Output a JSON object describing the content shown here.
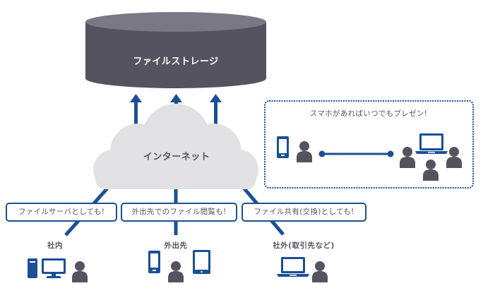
{
  "diagram": {
    "storage": {
      "label": "ファイルストレージ"
    },
    "cloud": {
      "label": "インターネット"
    },
    "callouts": [
      {
        "label": "ファイルサーバとしても!"
      },
      {
        "label": "外出先でのファイル閲覧も!"
      },
      {
        "label": "ファイル共有(交換)としても!"
      }
    ],
    "locations": [
      {
        "label": "社内",
        "icons": [
          "desktop-tower-icon",
          "monitor-icon",
          "person-icon"
        ]
      },
      {
        "label": "外出先",
        "icons": [
          "smartphone-icon",
          "person-icon",
          "tablet-icon"
        ]
      },
      {
        "label": "社外(取引先など)",
        "icons": [
          "laptop-icon",
          "person-icon"
        ]
      }
    ],
    "presentation": {
      "title": "スマホがあればいつでもプレゼン!",
      "presenter_icons": [
        "smartphone-icon",
        "person-icon"
      ],
      "audience_icons": [
        "person-icon",
        "laptop-icon",
        "person-icon",
        "person-icon"
      ]
    },
    "colors": {
      "accent": "#1a4f96",
      "storage_body": "#55535f",
      "storage_top": "#7a7884",
      "cloud": "#e1e1e3",
      "person": "#55535f",
      "text": "#55535f"
    }
  }
}
